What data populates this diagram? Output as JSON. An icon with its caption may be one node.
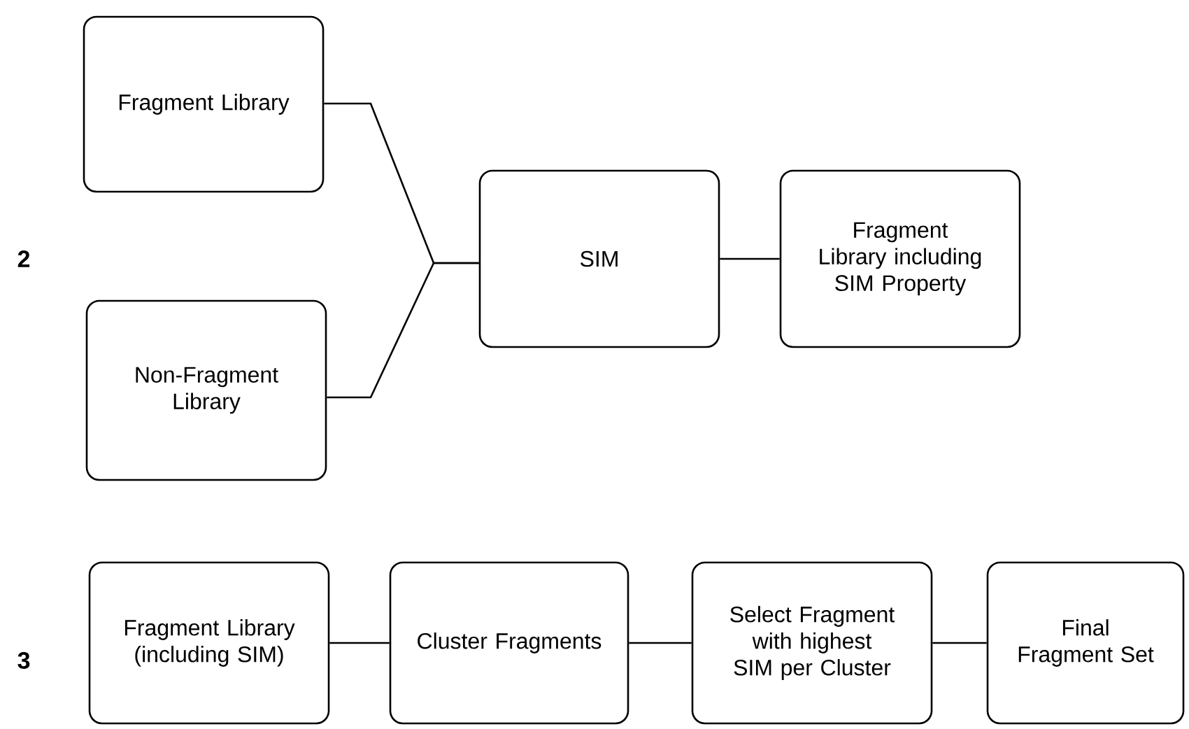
{
  "diagram": {
    "nodes": [
      {
        "text": [
          "Fragment Library"
        ]
      },
      {
        "text": [
          "Non-Fragment Library"
        ]
      },
      {
        "text": [
          "SIM"
        ]
      },
      {
        "text": [
          "Fragment Library including SIM Property"
        ]
      },
      {
        "text": [
          "Fragment Library (including SIM)"
        ]
      },
      {
        "text": [
          "Cluster Fragments"
        ]
      },
      {
        "text": [
          "Select Fragment with highest SIM per Cluster"
        ]
      },
      {
        "text": [
          "Final Fragment Set"
        ]
      }
    ],
    "edges": [
      {
        "from": 0,
        "to": 2,
        "arrow": "none"
      },
      {
        "from": 1,
        "to": 2,
        "arrow": "none"
      },
      {
        "from": 2,
        "to": 3,
        "arrow": "none"
      },
      {
        "from": 4,
        "to": 5,
        "arrow": "none"
      },
      {
        "from": 5,
        "to": 6,
        "arrow": "none"
      },
      {
        "from": 6,
        "to": 7,
        "arrow": "none"
      }
    ],
    "labels": [
      "2",
      "3"
    ]
  }
}
